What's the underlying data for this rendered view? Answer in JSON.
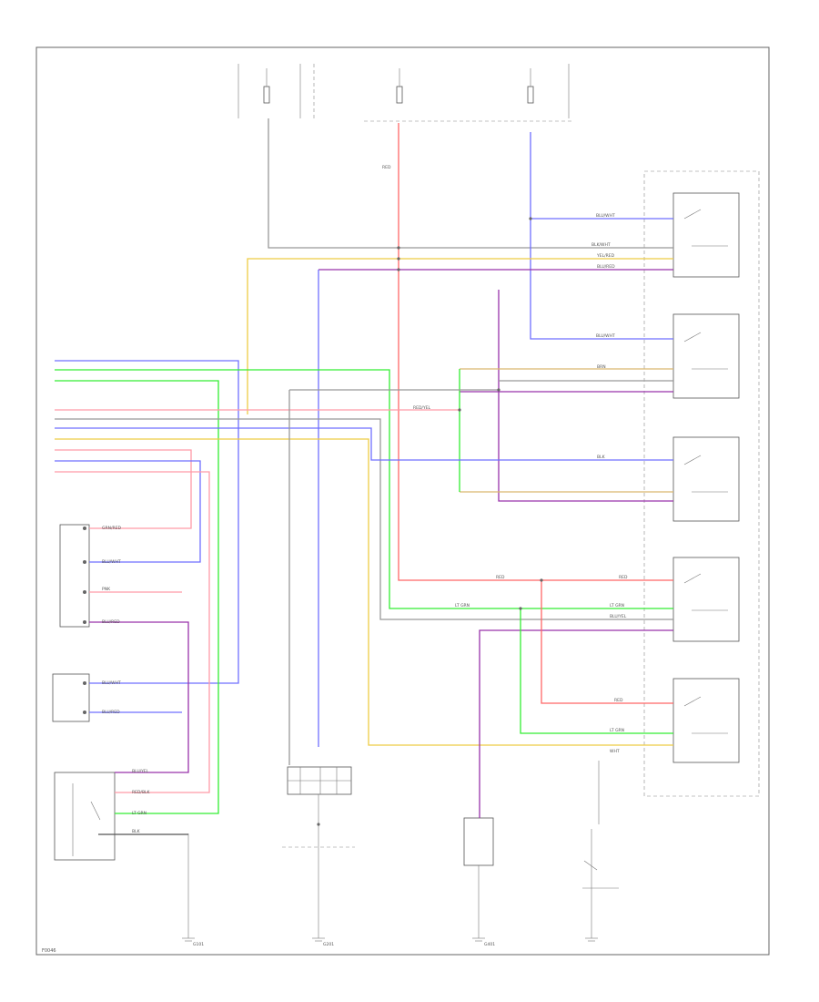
{
  "colors": {
    "red": "#ff6666",
    "pink": "#ff9aa8",
    "blue": "#6f6fff",
    "green": "#33ee33",
    "purple": "#9933aa",
    "yellow": "#eecc44",
    "orange": "#e0b070",
    "tan": "#d9b76f",
    "grey": "#999999",
    "lightgrey": "#bbbbbb",
    "black": "#555555"
  },
  "wire_labels": {
    "red": "RED",
    "blk_wht": "BLK/WHT",
    "blu_wht": "BLU/WHT",
    "lt_grn": "LT GRN",
    "blu_yel": "BLU/YEL",
    "blu_red": "BLU/RED",
    "red_yel": "RED/YEL",
    "red_blk": "RED/BLK",
    "yel_red": "YEL/RED",
    "brn": "BRN",
    "blk": "BLK",
    "wht": "WHT",
    "grn_red": "GRN/RED",
    "pnk": "PNK"
  },
  "ground_labels": {
    "g101": "G101",
    "g201": "G201",
    "g401": "G401"
  },
  "footer": {
    "code": "F0046"
  }
}
